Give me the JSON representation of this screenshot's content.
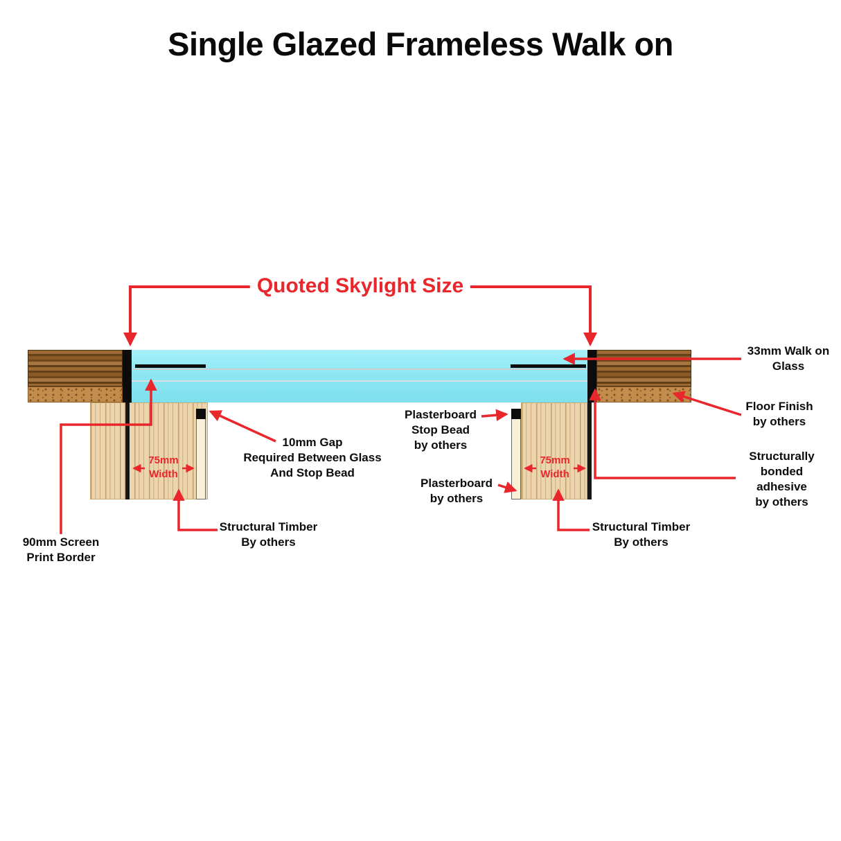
{
  "title": "Single Glazed Frameless Walk on",
  "colors": {
    "annotation_red": "#e8262b",
    "glass_cyan": "#8de7f3",
    "wood_brown": "#8a5a26",
    "floor_finish_cork": "#c28c4d",
    "timber_tan": "#ecd4ad",
    "plasterboard_cream": "#f8f1d7",
    "print_black": "#0c0c0c"
  },
  "labels": {
    "quoted_size": "Quoted Skylight Size",
    "walk_on_glass": "33mm Walk on\nGlass",
    "floor_finish": "Floor Finish\nby others",
    "bonded_adhesive": "Structurally\nbonded\nadhesive\nby others",
    "stop_bead": "Plasterboard\nStop Bead\nby others",
    "plasterboard": "Plasterboard\nby others",
    "gap": "10mm Gap\nRequired Between Glass\nAnd Stop Bead",
    "width_left": "75mm\nWidth",
    "width_right": "75mm\nWidth",
    "timber_left": "Structural Timber\nBy others",
    "timber_right": "Structural Timber\nBy others",
    "screen_print": "90mm Screen\nPrint Border"
  }
}
